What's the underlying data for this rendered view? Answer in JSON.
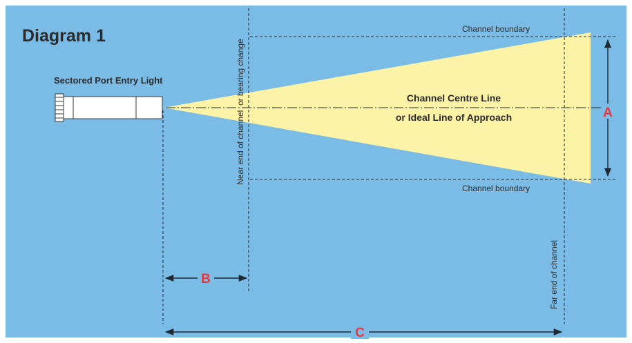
{
  "title": "Diagram 1",
  "light_label": "Sectored Port Entry Light",
  "channel_boundary_top": "Channel boundary",
  "channel_boundary_bottom": "Channel boundary",
  "centre_line_1": "Channel Centre Line",
  "centre_line_2": "or Ideal Line of Approach",
  "near_end": "Near end of channel  or bearing change",
  "far_end": "Far end of channel",
  "marker_a": "A",
  "marker_b": "B",
  "marker_c": "C",
  "colors": {
    "background": "#7bbce7",
    "beam": "#fdf3a6",
    "accent": "#e8363c",
    "lines": "#1e2a33"
  }
}
